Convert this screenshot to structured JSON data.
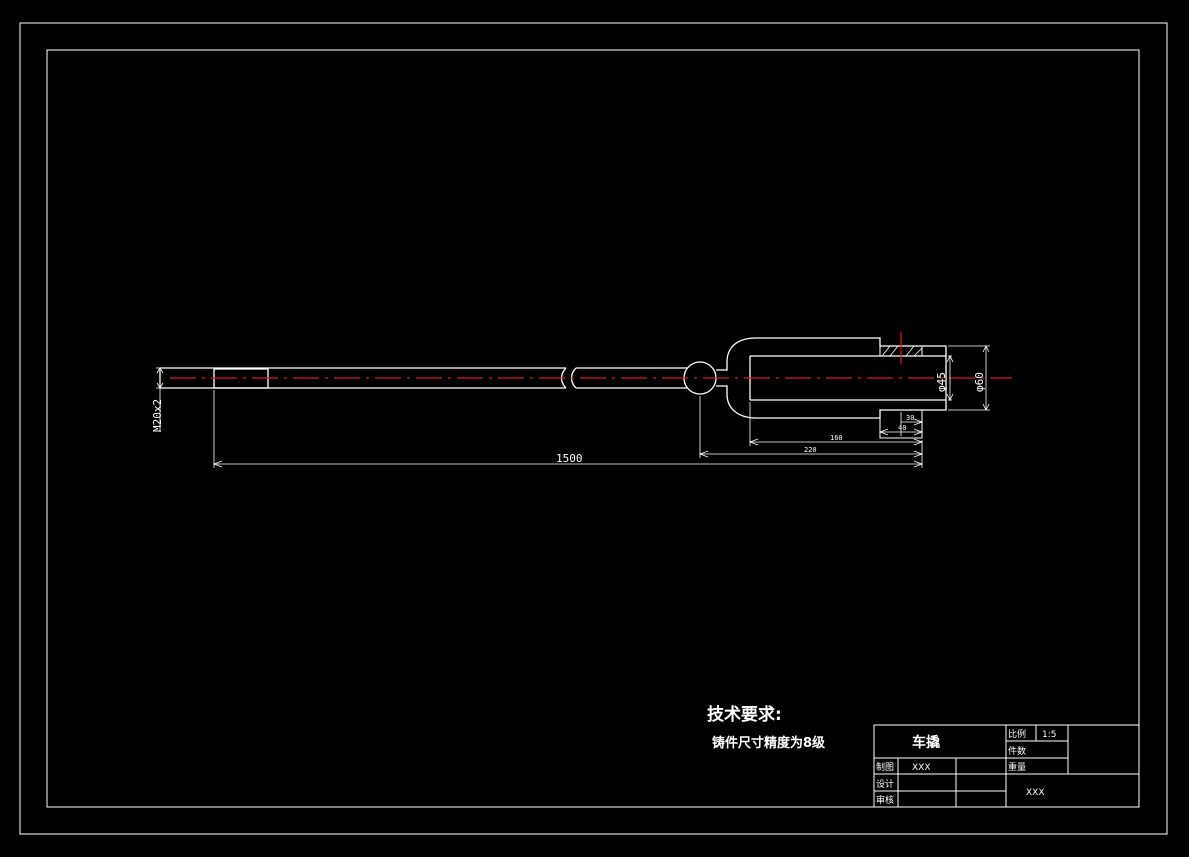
{
  "dimensions": {
    "overall_length": "1500",
    "thread": "M20x2",
    "dia_inner": "φ45",
    "dia_outer": "φ60",
    "dim_a": "30",
    "dim_b": "40",
    "dim_c": "160",
    "dim_d": "220"
  },
  "notes": {
    "title": "技术要求:",
    "line1": "铸件尺寸精度为8级"
  },
  "title_block": {
    "part_name": "车撬",
    "scale_label": "比例",
    "scale_value": "1:5",
    "pieces_label": "件数",
    "weight_label": "重量",
    "drawn_label": "制图",
    "drawn_by": "XXX",
    "design_label": "设计",
    "review_label": "审核",
    "company": "XXX"
  },
  "colors": {
    "line": "#ffffff",
    "centerline": "#e0151b",
    "background": "#000000"
  }
}
